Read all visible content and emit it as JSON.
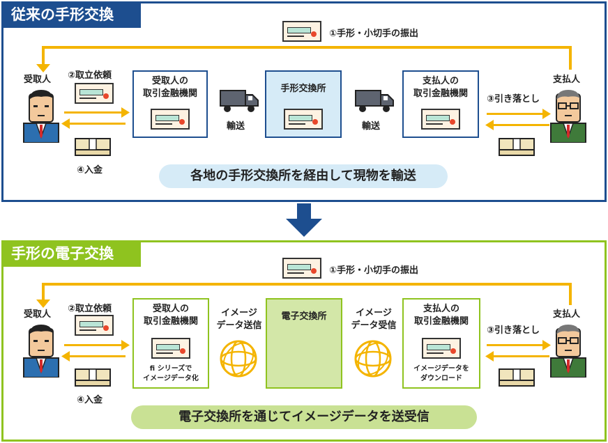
{
  "top": {
    "title": "従来の手形交換",
    "issue_label": "①手形・小切手の振出",
    "payee": "受取人",
    "payer": "支払人",
    "collection_request": "②取立依頼",
    "deposit": "④入金",
    "withdrawal": "③引き落とし",
    "payee_bank": [
      "受取人の",
      "取引金融機関"
    ],
    "clearing_house": "手形交換所",
    "payer_bank": [
      "支払人の",
      "取引金融機関"
    ],
    "transport_left": "輸送",
    "transport_right": "輸送",
    "summary": "各地の手形交換所を経由して現物を輸送"
  },
  "bottom": {
    "title": "手形の電子交換",
    "issue_label": "①手形・小切手の振出",
    "payee": "受取人",
    "payer": "支払人",
    "collection_request": "②取立依頼",
    "deposit": "④入金",
    "withdrawal": "③引き落とし",
    "payee_bank": [
      "受取人の",
      "取引金融機関"
    ],
    "payee_bank_note": [
      "fi シリーズで",
      "イメージデータ化"
    ],
    "clearing_house": "電子交換所",
    "payer_bank": [
      "支払人の",
      "取引金融機関"
    ],
    "payer_bank_note": [
      "イメージデータを",
      "ダウンロード"
    ],
    "send_label": [
      "イメージ",
      "データ送信"
    ],
    "receive_label": [
      "イメージ",
      "データ受信"
    ],
    "summary": "電子交換所を通じてイメージデータを送受信"
  },
  "colors": {
    "navy": "#1d4e8f",
    "green": "#8fc31f",
    "light_blue": "#d6ebf7",
    "light_green": "#c9e194",
    "arrow_yellow": "#f4b400"
  }
}
